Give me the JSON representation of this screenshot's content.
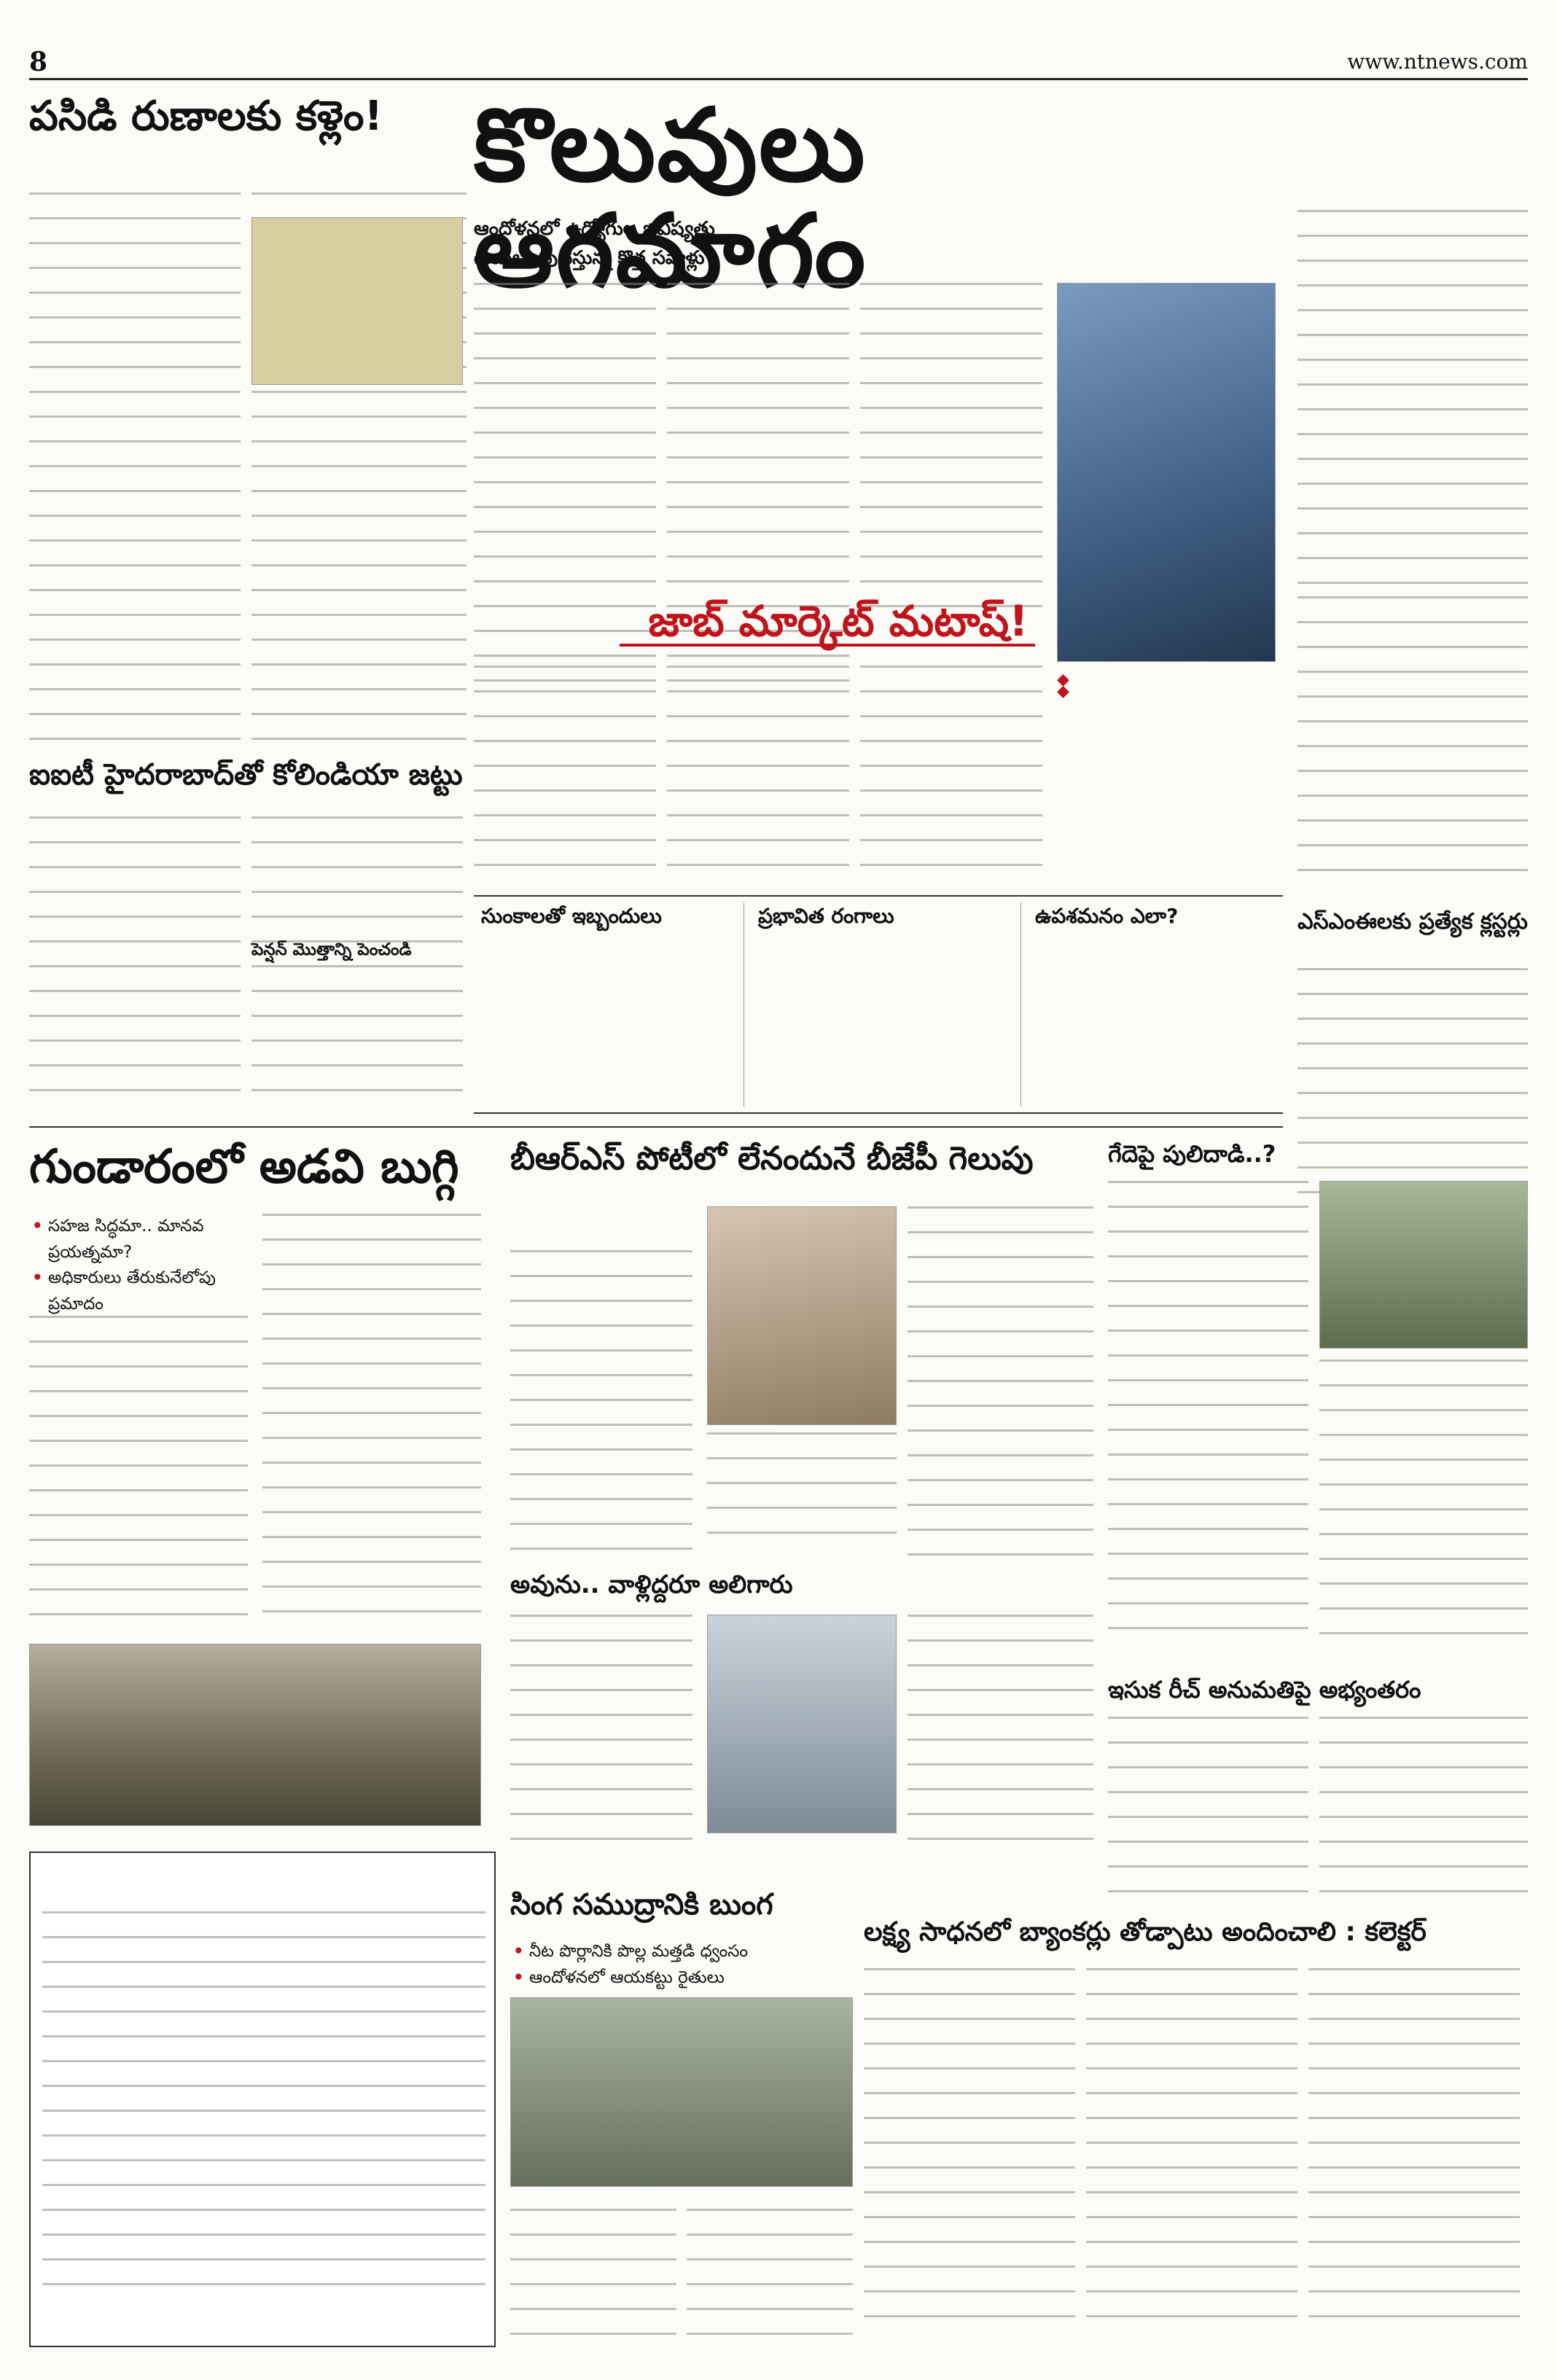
{
  "masthead": {
    "page_number": "8",
    "site": "www.ntnews.com"
  },
  "lead_story": {
    "headline": "కొలువులు ఆగమాగం",
    "subhead_1": "ఆందోళనలో ఉద్యోగుల భవిష్యత్తు",
    "subhead_2": "గుబులు పుట్టిస్తున్న కొత్త సవాళ్లు",
    "callout_title": "జాబ్ మార్కెట్ మటాష్!"
  },
  "sector_table": {
    "col1_title": "సుంకాలతో ఇబ్బందులు",
    "col2_title": "ప్రభావిత రంగాలు",
    "col3_title": "ఉపశమనం ఎలా?"
  },
  "gold_loan_story": {
    "headline": "పసిడి రుణాలకు కళ్లెం!"
  },
  "right_column": {
    "cm_loans_title": "ఎస్‌ఎంఈలకు ప్రత్యేక క్లస్టర్లు"
  },
  "ikea_story": {
    "headline": "ఐఐటీ హైదరాబాద్‌తో కోలిండియా జట్టు",
    "subhead_1": "పెన్షన్ మొత్తాన్ని పెంచండి"
  },
  "forest_story": {
    "headline": "గుండారంలో అడవి బుగ్గి",
    "bullets": [
      "సహజ సిద్ధమా.. మానవ ప్రయత్నమా?",
      "అధికారులు తేరుకునేలోపు ప్రమాదం"
    ]
  },
  "brs_story": {
    "headline": "బీఆర్‌ఎస్ పోటీలో లేనందునే బీజేపీ గెలుపు"
  },
  "tiger_story": {
    "headline": "గేదెపై పులిదాడి..?"
  },
  "sand_story": {
    "headline": "ఇసుక రీచ్ అనుమతిపై అభ్యంతరం"
  },
  "avunu_story": {
    "headline": "అవును.. వాళ్లిద్దరూ అలిగారు"
  },
  "sea_story": {
    "headline": "సింగ సముద్రానికి బుంగ",
    "bullets": [
      "నీట పొర్లానికి పొల్ల మత్తడి ధ్వంసం",
      "ఆందోళనలో ఆయకట్టు రైతులు"
    ]
  },
  "collector_story": {
    "headline": "లక్ష్య సాధనలో బ్యాంకర్లు తోడ్పాటు అందించాలి : కలెక్టర్"
  }
}
